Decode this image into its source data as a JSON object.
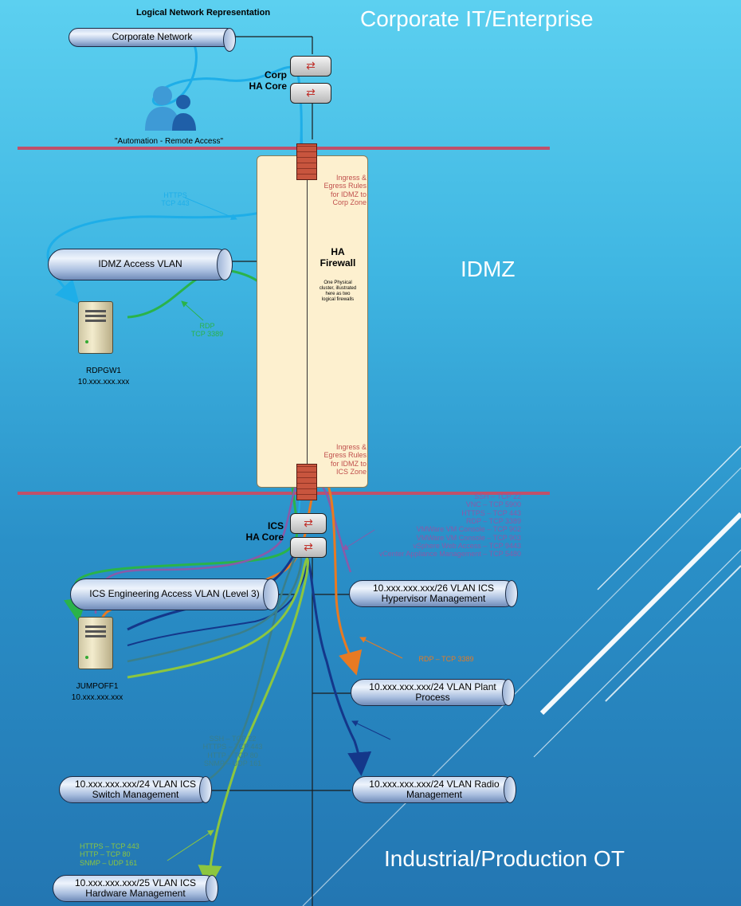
{
  "title": "Logical Network Representation",
  "zones": {
    "corporate": "Corporate IT/Enterprise",
    "idmz": "IDMZ",
    "industrial": "Industrial/Production OT"
  },
  "nodes": {
    "corporate_network": "Corporate Network",
    "remote_access": "\"Automation - Remote Access\"",
    "corp_core": "Corp\nHA Core",
    "idmz_access_vlan": "IDMZ Access VLAN",
    "rdpgw1_name": "RDPGW1",
    "rdpgw1_ip": "10.xxx.xxx.xxx",
    "ha_firewall": "HA\nFirewall",
    "firewall_note": "One Physical\ncluster, illustrated\nhere as two\nlogical firewalls",
    "ics_core": "ICS\nHA Core",
    "eng_access_vlan": "ICS Engineering Access\nVLAN  (Level 3)",
    "jumpoff1_name": "JUMPOFF1",
    "jumpoff1_ip": "10.xxx.xxx.xxx",
    "hypervisor_vlan": "10.xxx.xxx.xxx/26 VLAN\nICS Hypervisor Management",
    "plant_vlan": "10.xxx.xxx.xxx/24 VLAN\nPlant Process",
    "switch_vlan": "10.xxx.xxx.xxx/24 VLAN\nICS Switch Management",
    "radio_vlan": "10.xxx.xxx.xxx/24 VLAN\nRadio Management",
    "hardware_vlan": "10.xxx.xxx.xxx/25 VLAN\nICS Hardware Management"
  },
  "rules": {
    "top": "Ingress &\nEgress Rules\nfor IDMZ to\nCorp Zone",
    "bottom": "Ingress &\nEgress Rules\nfor IDMZ to\nICS Zone"
  },
  "annotations": {
    "https": "HTTPS\nTCP 443",
    "rdp": "RDP\nTCP 3389",
    "hypervisor_ports": "SSH – TCP 22\nVNC – TCP 5900\nHTTPS – TCP 443\nRDP – TCP 3389\nVMWare VM Console – TCP 902\nVMWare VM Console – TCP 903\nvSphere Web Access – TCP 9443\nvCenter Appliance Management – TCP 5480",
    "plant_rdp": "RDP – TCP 3389",
    "switch_ports": "SSH – TCP 22\nHTTPS – TCP 443\nHTTP – TCP 80\nSNMP – UDP 161",
    "hardware_ports": "HTTPS – TCP 443\nHTTP – TCP 80\nSNMP – UDP 161"
  },
  "colors": {
    "zone_line": "#c0506a",
    "https_flow": "#1eaee8",
    "rdp_flow": "#2ab34a",
    "hypervisor_flow": "#8a5aa8",
    "plant_flow": "#e87a22",
    "radio_flow": "#14378a",
    "switch_flow": "#3a7f8a",
    "hardware_flow": "#8cc63f",
    "rules_text": "#c0504d"
  }
}
